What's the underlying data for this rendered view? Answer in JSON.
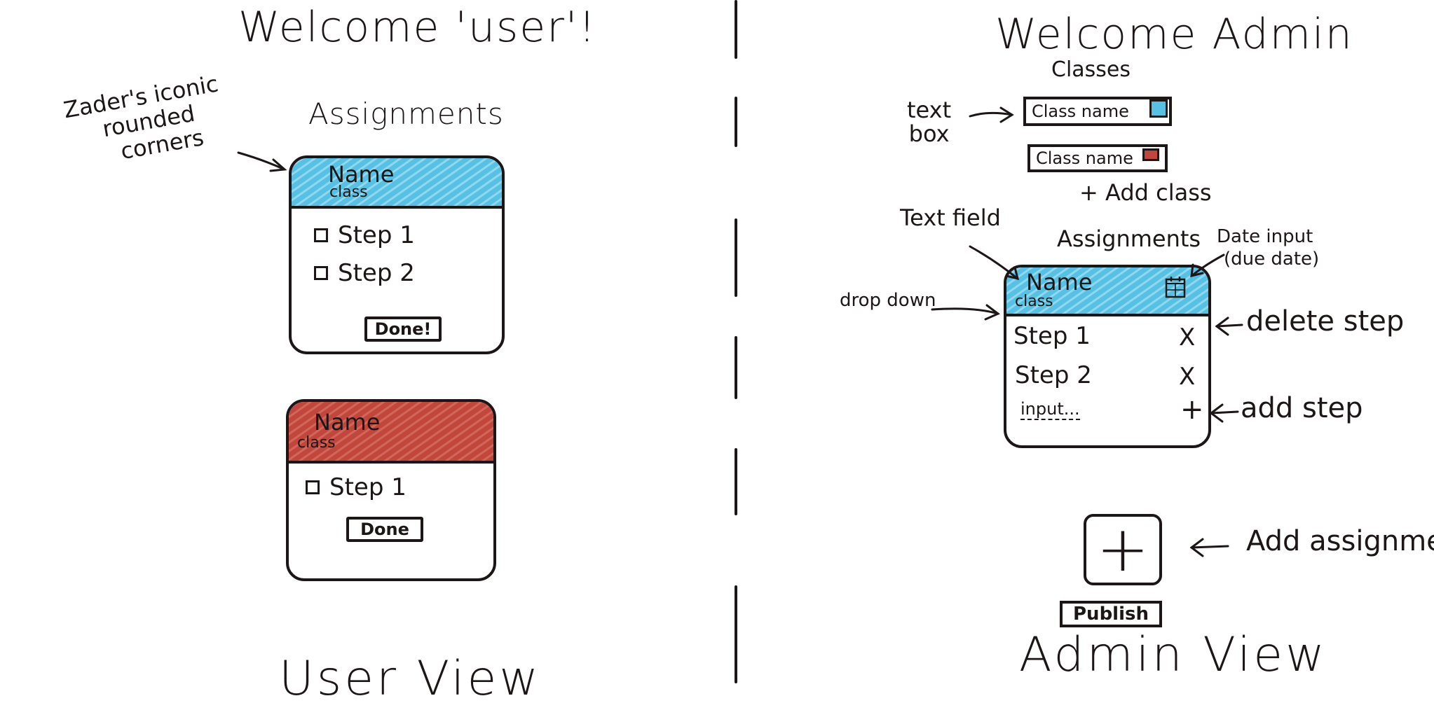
{
  "user_view": {
    "welcome": "Welcome 'user'!",
    "section_title": "Assignments",
    "annotation": [
      "Zader's iconic",
      "rounded",
      "corners"
    ],
    "cards": [
      {
        "name": "Name",
        "class": "class",
        "color": "#56c1e3",
        "steps": [
          "Step 1",
          "Step 2"
        ],
        "done_label": "Done!"
      },
      {
        "name": "Name",
        "class": "class",
        "color": "#c1473d",
        "steps": [
          "Step 1"
        ],
        "done_label": "Done"
      }
    ],
    "footer": "User View"
  },
  "admin_view": {
    "welcome": "Welcome Admin",
    "classes_title": "Classes",
    "text_box_annotation": [
      "text",
      "box"
    ],
    "classes": [
      {
        "placeholder": "Class name",
        "color": "#56c1e3"
      },
      {
        "placeholder": "Class name",
        "color": "#c1473d"
      }
    ],
    "add_class_label": "+ Add class",
    "assignments_title": "Assignments",
    "annotations": {
      "text_field": "Text field",
      "drop_down": "drop down",
      "date_input": [
        "Date input",
        "(due date)"
      ],
      "delete_step": "delete step",
      "add_step": "add step",
      "add_assignment": "Add assignment"
    },
    "card": {
      "name": "Name",
      "class": "class",
      "color": "#56c1e3",
      "steps": [
        "Step 1",
        "Step 2"
      ],
      "delete_glyph": "X",
      "input_placeholder": "input...",
      "add_glyph": "+"
    },
    "add_assignment_glyph": "+",
    "publish_label": "Publish",
    "footer": "Admin View"
  }
}
